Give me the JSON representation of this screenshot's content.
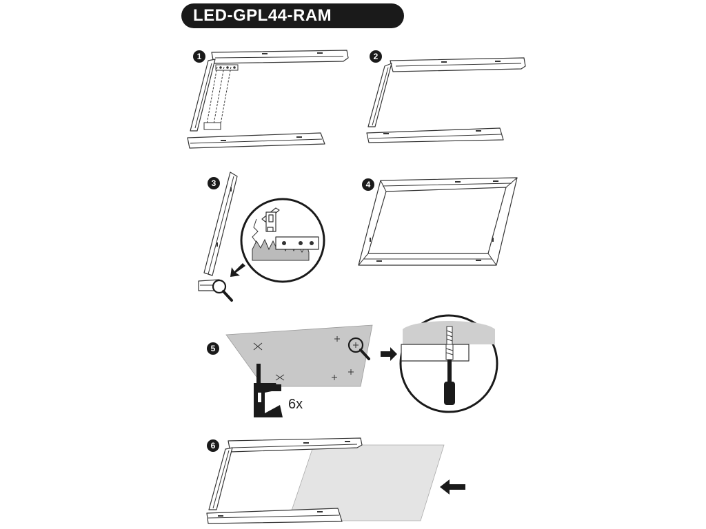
{
  "header": {
    "title": "LED-GPL44-RAM"
  },
  "steps": [
    {
      "number": "1"
    },
    {
      "number": "2"
    },
    {
      "number": "3"
    },
    {
      "number": "4"
    },
    {
      "number": "5"
    },
    {
      "number": "6"
    }
  ],
  "step5": {
    "quantity": "6x"
  },
  "colors": {
    "ink": "#1a1a1a",
    "panel": "#c8c8c8",
    "light_panel": "#e4e4e4"
  },
  "icons": [
    "magnifier-icon",
    "arrow-icon",
    "drill-icon",
    "screwdriver-icon",
    "screw-icon"
  ]
}
